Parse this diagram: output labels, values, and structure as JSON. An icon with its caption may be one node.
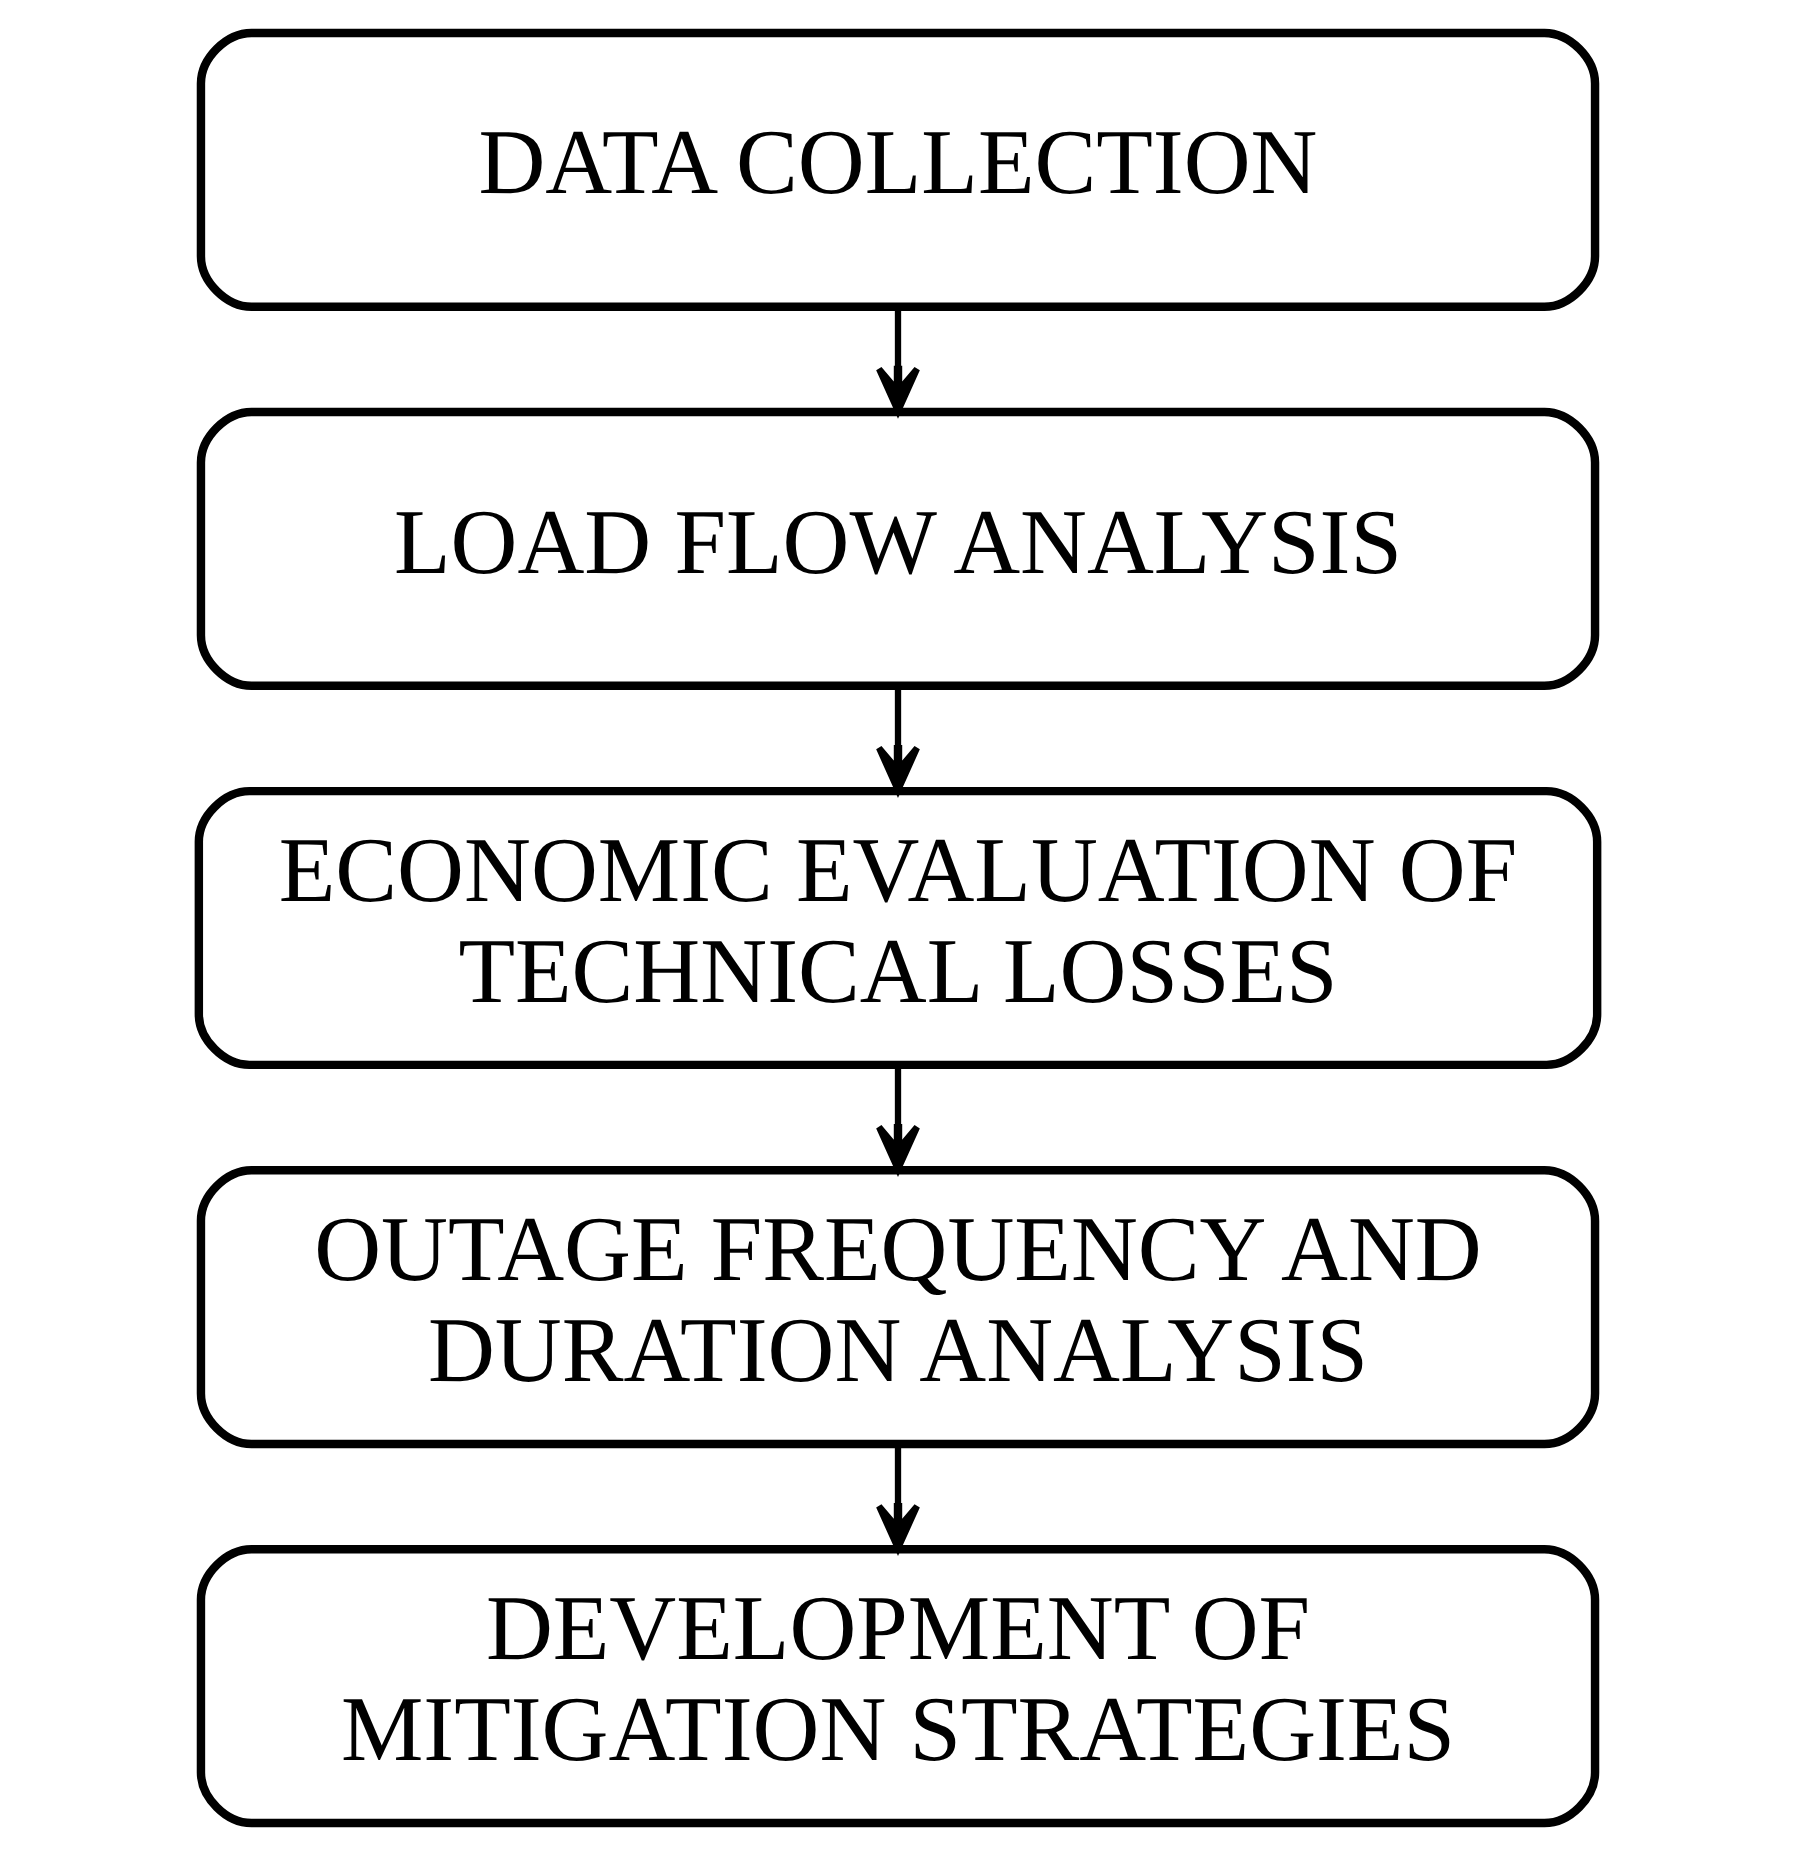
{
  "diagram": {
    "nodes": [
      {
        "text": [
          "DATA COLLECTION"
        ]
      },
      {
        "text": [
          "LOAD FLOW ANALYSIS"
        ]
      },
      {
        "text": [
          "ECONOMIC EVALUATION OF TECHNICAL LOSSES"
        ]
      },
      {
        "text": [
          "OUTAGE FREQUENCY AND DURATION ANALYSIS"
        ]
      },
      {
        "text": [
          "DEVELOPMENT OF MITIGATION STRATEGIES"
        ]
      }
    ],
    "edges": [
      {
        "from": 0,
        "to": 1,
        "arrow": "to"
      },
      {
        "from": 1,
        "to": 2,
        "arrow": "to"
      },
      {
        "from": 2,
        "to": 3,
        "arrow": "to"
      },
      {
        "from": 3,
        "to": 4,
        "arrow": "to"
      }
    ]
  }
}
